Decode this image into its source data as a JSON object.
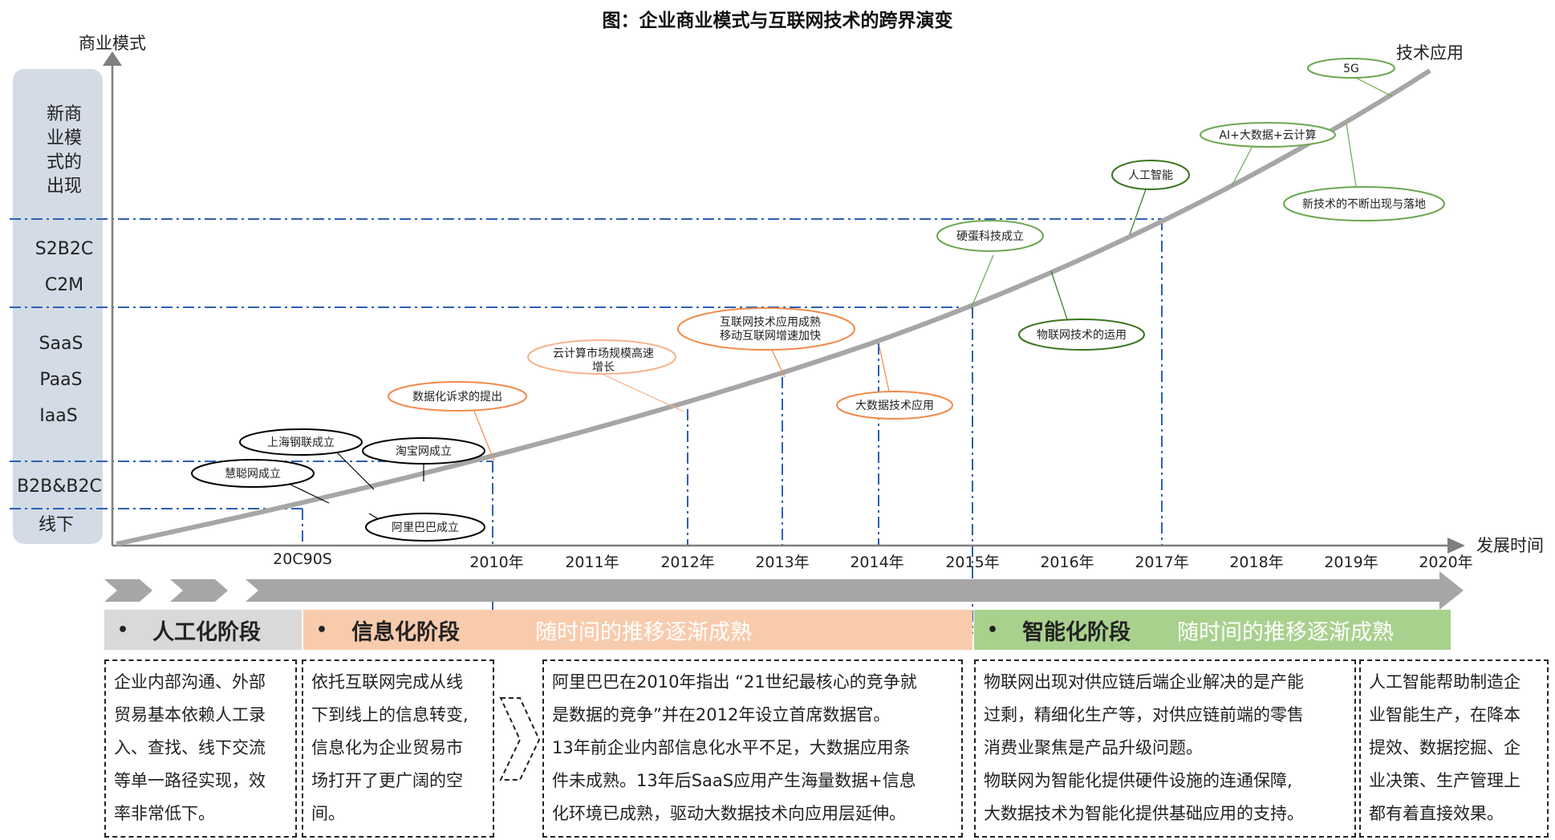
{
  "title": "图：企业商业模式与互联网技术的跨界演变",
  "y_axis_label": "商业模式",
  "x_axis_label": "发展时间",
  "curve_label": "技术应用",
  "business_models": [
    {
      "label": "新商\n业模\n式的\n出现"
    },
    {
      "label": "S2B2C"
    },
    {
      "label": "C2M"
    },
    {
      "label": "SaaS"
    },
    {
      "label": "PaaS"
    },
    {
      "label": "IaaS"
    },
    {
      "label": "B2B&B2C"
    },
    {
      "label": "线下"
    }
  ],
  "x_ticks": [
    "20C90S",
    "2010年",
    "2011年",
    "2012年",
    "2013年",
    "2014年",
    "2015年",
    "2016年",
    "2017年",
    "2018年",
    "2019年",
    "2020年"
  ],
  "events": [
    {
      "label": "上海钢联成立",
      "color": "#000000"
    },
    {
      "label": "淘宝网成立",
      "color": "#000000"
    },
    {
      "label": "慧聪网成立",
      "color": "#000000"
    },
    {
      "label": "阿里巴巴成立",
      "color": "#000000"
    },
    {
      "label": "数据化诉求的提出",
      "color": "#f08a4b"
    },
    {
      "label": "云计算市场规模高速增长",
      "line1": "云计算市场规模高速",
      "line2": "增长",
      "color": "#f5b48c"
    },
    {
      "label": "互联网技术应用成熟移动互联网增速加快",
      "line1": "互联网技术应用成熟",
      "line2": "移动互联网增速加快",
      "color": "#f08a4b"
    },
    {
      "label": "大数据技术应用",
      "color": "#f08a4b"
    },
    {
      "label": "硬蛋科技成立",
      "color": "#6aa84f"
    },
    {
      "label": "物联网技术的运用",
      "color": "#38761d"
    },
    {
      "label": "人工智能",
      "color": "#38761d"
    },
    {
      "label": "AI+大数据+云计算",
      "color": "#6aa84f"
    },
    {
      "label": "5G",
      "color": "#6aa84f"
    },
    {
      "label": "新技术的不断出现与落地",
      "color": "#6aa84f"
    }
  ],
  "stages": [
    {
      "name": "人工化阶段",
      "subtitle": "",
      "color": "#d9d9d9"
    },
    {
      "name": "信息化阶段",
      "subtitle": "随时间的推移逐渐成熟",
      "color": "#f8cbad"
    },
    {
      "name": "智能化阶段",
      "subtitle": "随时间的推移逐渐成熟",
      "color": "#a9d18e"
    }
  ],
  "descriptions": [
    {
      "lines": [
        "企业内部沟通、外部",
        "贸易基本依赖人工录",
        "入、查找、线下交流",
        "等单一路径实现，效",
        "率非常低下。"
      ]
    },
    {
      "lines": [
        "依托互联网完成从线",
        "下到线上的信息转变,",
        "信息化为企业贸易市",
        "场打开了更广阔的空",
        "间。"
      ]
    },
    {
      "lines": [
        "阿里巴巴在2010年指出 “21世纪最核心的竞争就",
        "是数据的竞争”并在2012年设立首席数据官。",
        "13年前企业内部信息化水平不足，大数据应用条",
        "件未成熟。13年后SaaS应用产生海量数据+信息",
        "化环境已成熟，驱动大数据技术向应用层延伸。"
      ]
    },
    {
      "lines": [
        "物联网出现对供应链后端企业解决的是产能",
        "过剩，精细化生产等，对供应链前端的零售",
        "消费业聚焦是产品升级问题。",
        "物联网为智能化提供硬件设施的连通保障,",
        "大数据技术为智能化提供基础应用的支持。"
      ]
    },
    {
      "lines": [
        "人工智能帮助制造企",
        "业智能生产，在降本",
        "提效、数据挖掘、企",
        "业决策、生产管理上",
        "都有着直接效果。"
      ]
    }
  ],
  "colors": {
    "curve": "#a6a6a6",
    "gridline": "#2f5fb5",
    "ylabel_bg": "#d3dbe6",
    "arrow_gray": "#a6a6a6"
  }
}
